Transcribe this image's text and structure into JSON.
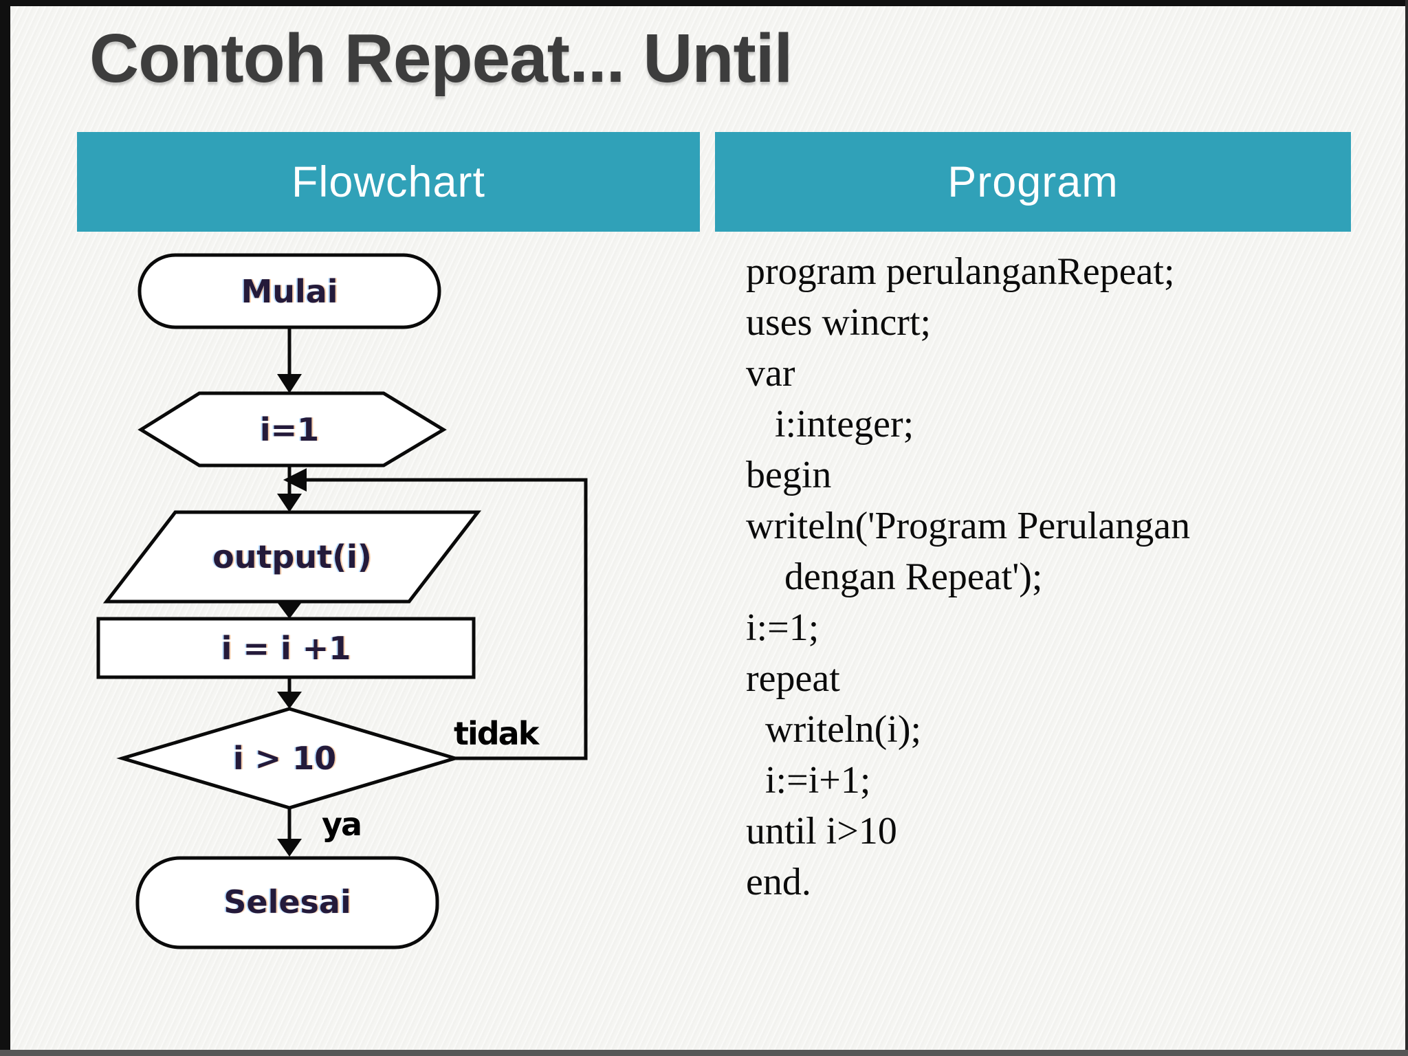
{
  "slide": {
    "title": "Contoh Repeat... Until",
    "background": "#f5f5f2",
    "frame_border_color": "#101010"
  },
  "columns": {
    "flowchart_header": "Flowchart",
    "program_header": "Program",
    "header_bg": "#30A1B8",
    "header_text_color": "#ffffff"
  },
  "flowchart": {
    "nodes": [
      {
        "shape": "terminator",
        "label": "Mulai"
      },
      {
        "shape": "preparation",
        "label": "i=1"
      },
      {
        "shape": "input-output",
        "label": "output(i)"
      },
      {
        "shape": "process",
        "label": "i = i +1"
      },
      {
        "shape": "decision",
        "label": "i > 10"
      },
      {
        "shape": "terminator",
        "label": "Selesai"
      }
    ],
    "branch_labels": {
      "no": "tidak",
      "yes": "ya"
    },
    "line_color": "#0a0a0a",
    "shape_fill": "#ffffff"
  },
  "program": {
    "lines": [
      "program perulanganRepeat;",
      "uses wincrt;",
      "var",
      "   i:integer;",
      "begin",
      "writeln('Program Perulangan",
      "    dengan Repeat');",
      "i:=1;",
      "repeat",
      "  writeln(i);",
      "  i:=i+1;",
      "until i>10",
      "end."
    ]
  }
}
